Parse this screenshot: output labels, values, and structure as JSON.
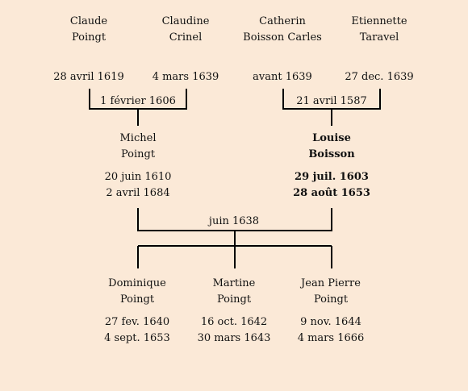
{
  "grandparents": [
    {
      "first": "Claude",
      "last": "Poingt",
      "date": "28 avril 1619"
    },
    {
      "first": "Claudine",
      "last": "Crinel",
      "date": "4 mars 1639"
    },
    {
      "first": "Catherin",
      "last": "Boisson Carles",
      "date": "avant 1639"
    },
    {
      "first": "Etiennette",
      "last": "Taravel",
      "date": "27 dec. 1639"
    }
  ],
  "marriages": {
    "paternal": "1 février 1606",
    "maternal": "21 avril 1587",
    "parents": "juin 1638"
  },
  "parents": [
    {
      "first": "Michel",
      "last": "Poingt",
      "birth": "20 juin 1610",
      "death": "2 avril 1684"
    },
    {
      "first": "Louise",
      "last": "Boisson",
      "birth": "29 juil. 1603",
      "death": "28 août 1653"
    }
  ],
  "children": [
    {
      "first": "Dominique",
      "last": "Poingt",
      "birth": "27 fev. 1640",
      "death": "4 sept. 1653"
    },
    {
      "first": "Martine",
      "last": "Poingt",
      "birth": "16 oct. 1642",
      "death": "30 mars 1643"
    },
    {
      "first": "Jean Pierre",
      "last": "Poingt",
      "birth": "9 nov. 1644",
      "death": "4 mars 1666"
    }
  ],
  "colors": {
    "background": "#fbe9d7",
    "line": "#000000"
  }
}
